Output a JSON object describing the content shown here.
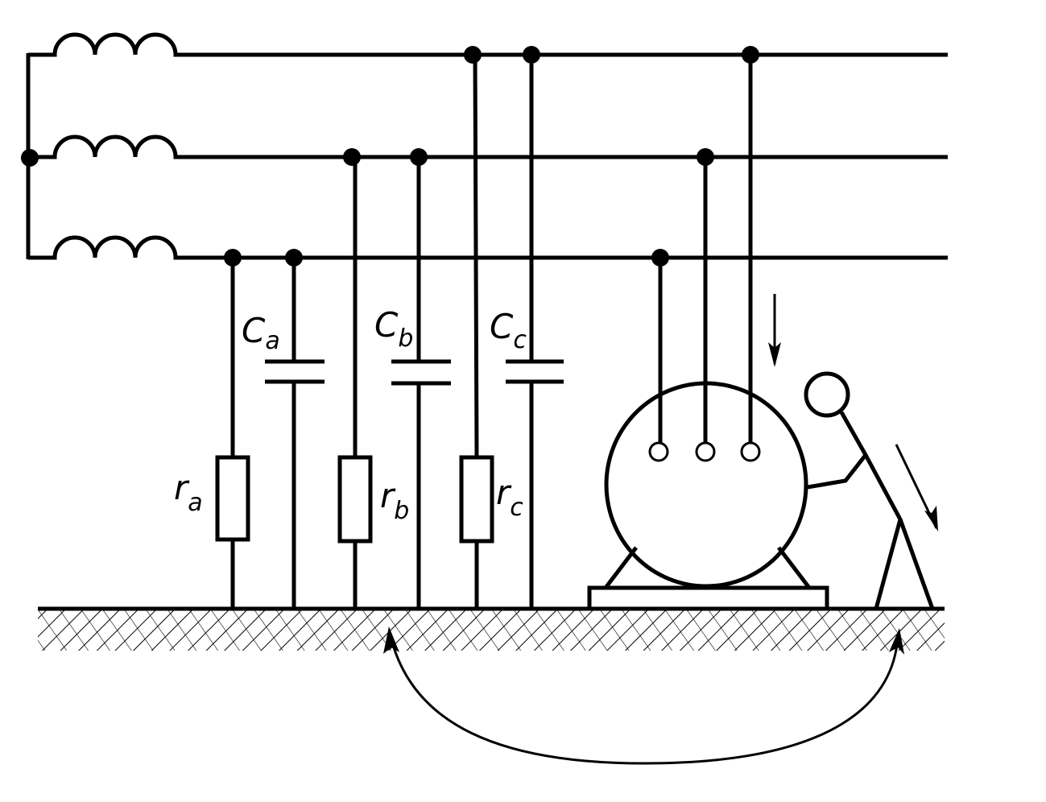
{
  "labels": {
    "ca_main": "C",
    "ca_sub": "a",
    "cb_main": "C",
    "cb_sub": "b",
    "cc_main": "C",
    "cc_sub": "c",
    "ra_main": "r",
    "ra_sub": "a",
    "rb_main": "r",
    "rb_sub": "b",
    "rc_main": "r",
    "rc_sub": "c"
  },
  "colors": {
    "ink": "#000000",
    "background": "#ffffff"
  }
}
